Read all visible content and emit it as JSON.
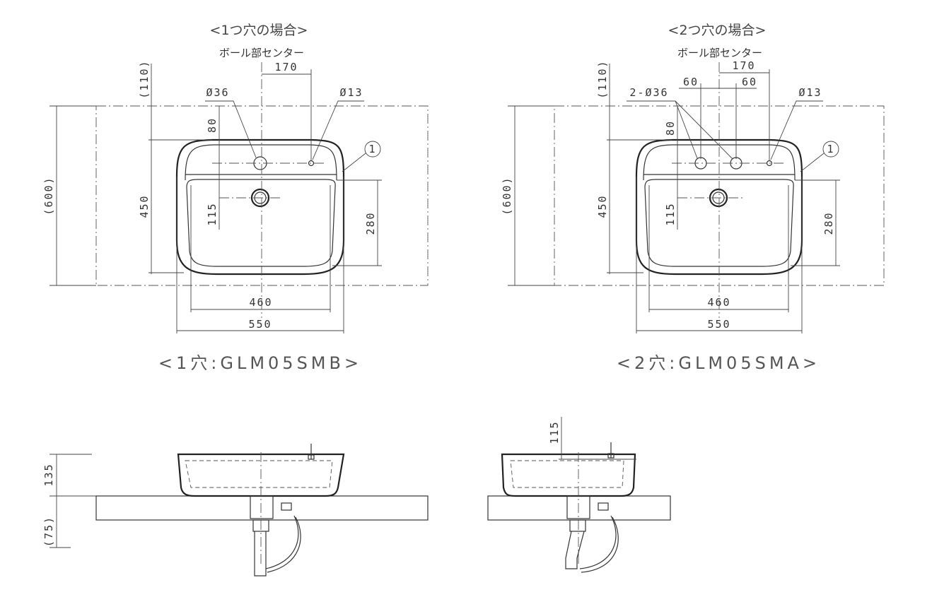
{
  "left": {
    "heading": "<1つ穴の場合>",
    "bowl_center": "ボール部センター",
    "caption": "<1穴:GLM05SMB>",
    "dims": {
      "d170": "170",
      "d110": "(110)",
      "hole36": "Ø36",
      "hole13": "Ø13",
      "d80": "80",
      "d600": "(600)",
      "d450": "450",
      "d115": "115",
      "d280": "280",
      "d460": "460",
      "d550": "550",
      "callout": "1"
    }
  },
  "right": {
    "heading": "<2つ穴の場合>",
    "bowl_center": "ボール部センター",
    "caption": "<2穴:GLM05SMA>",
    "dims": {
      "d170": "170",
      "d60a": "60",
      "d60b": "60",
      "d110": "(110)",
      "hole36": "2-Ø36",
      "hole13": "Ø13",
      "d80": "80",
      "d600": "(600)",
      "d450": "450",
      "d115": "115",
      "d280": "280",
      "d460": "460",
      "d550": "550",
      "callout": "1"
    }
  },
  "side_left": {
    "d135": "135",
    "d75": "(75)"
  },
  "side_right": {
    "d115": "115"
  }
}
